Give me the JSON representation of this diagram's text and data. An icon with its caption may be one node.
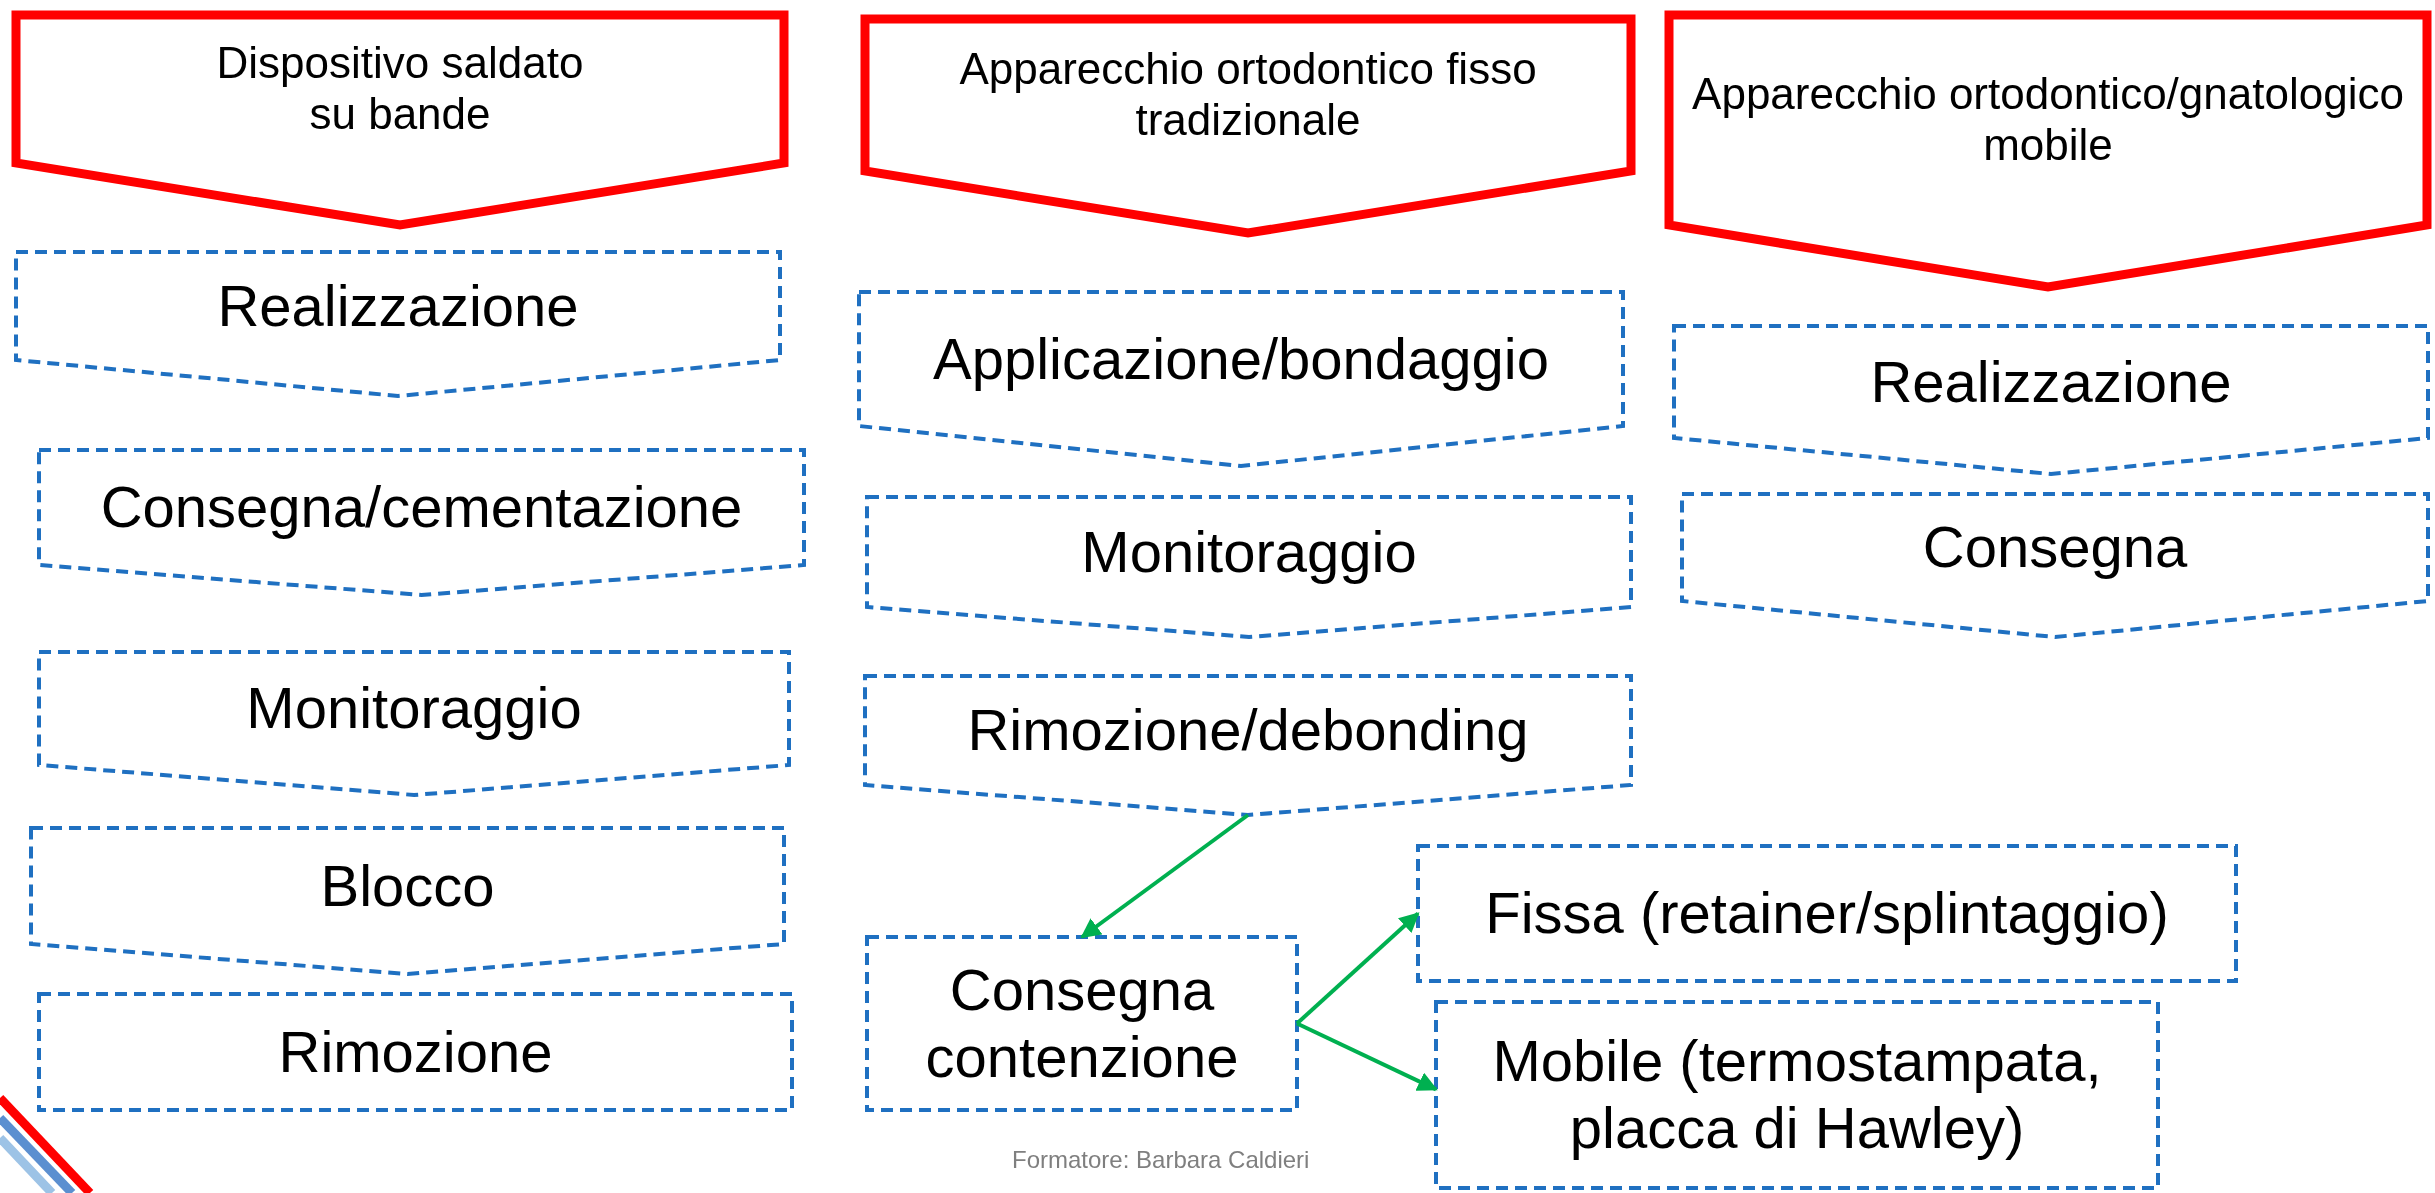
{
  "diagram": {
    "nodes": [
      {
        "text": [
          "Dispositivo saldato su bande"
        ]
      },
      {
        "text": [
          "Realizzazione"
        ]
      },
      {
        "text": [
          "Consegna/cementazione"
        ]
      },
      {
        "text": [
          "Monitoraggio"
        ]
      },
      {
        "text": [
          "Blocco"
        ]
      },
      {
        "text": [
          "Rimozione"
        ]
      },
      {
        "text": [
          "Apparecchio ortodontico fisso tradizionale"
        ]
      },
      {
        "text": [
          "Applicazione/bondaggio"
        ]
      },
      {
        "text": [
          "Monitoraggio"
        ]
      },
      {
        "text": [
          "Rimozione/debonding"
        ]
      },
      {
        "text": [
          "Consegna contenzione"
        ]
      },
      {
        "text": [
          "Fissa (retainer/splintaggio)"
        ]
      },
      {
        "text": [
          "Mobile (termostampata, placca di Hawley)"
        ]
      },
      {
        "text": [
          "Apparecchio ortodontico/gnatologico mobile"
        ]
      },
      {
        "text": [
          "Realizzazione"
        ]
      },
      {
        "text": [
          "Consegna"
        ]
      }
    ],
    "edges": [
      {
        "from": 9,
        "to": 10,
        "arrow": "to"
      },
      {
        "from": 10,
        "to": 11,
        "arrow": "to"
      },
      {
        "from": 10,
        "to": 12,
        "arrow": "to"
      }
    ],
    "labels": [
      "Formatore: Barbara Caldieri"
    ]
  }
}
